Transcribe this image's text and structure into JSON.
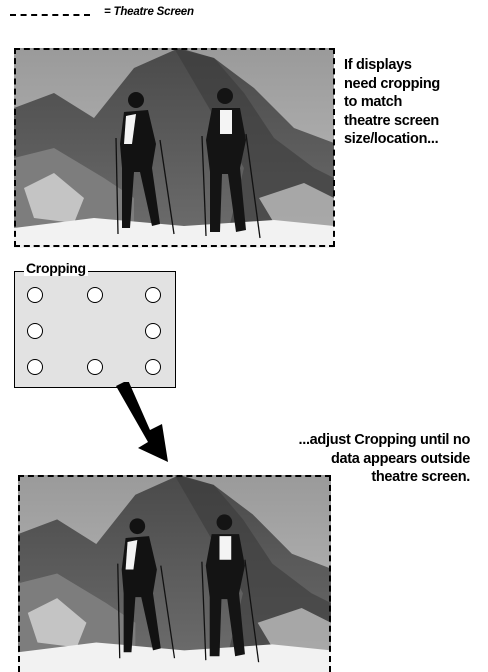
{
  "legend": {
    "label": "= Theatre Screen"
  },
  "caption_top": {
    "lines": [
      "If displays",
      "need cropping",
      "to match",
      "theatre screen",
      "size/location..."
    ]
  },
  "cropping_panel": {
    "title": "Cropping"
  },
  "caption_bottom": {
    "lines": [
      "...adjust Cropping until no",
      "data appears outside",
      "theatre screen."
    ]
  },
  "colors": {
    "crop_panel_fill": "#e2e2e2",
    "frame": "#000000"
  }
}
